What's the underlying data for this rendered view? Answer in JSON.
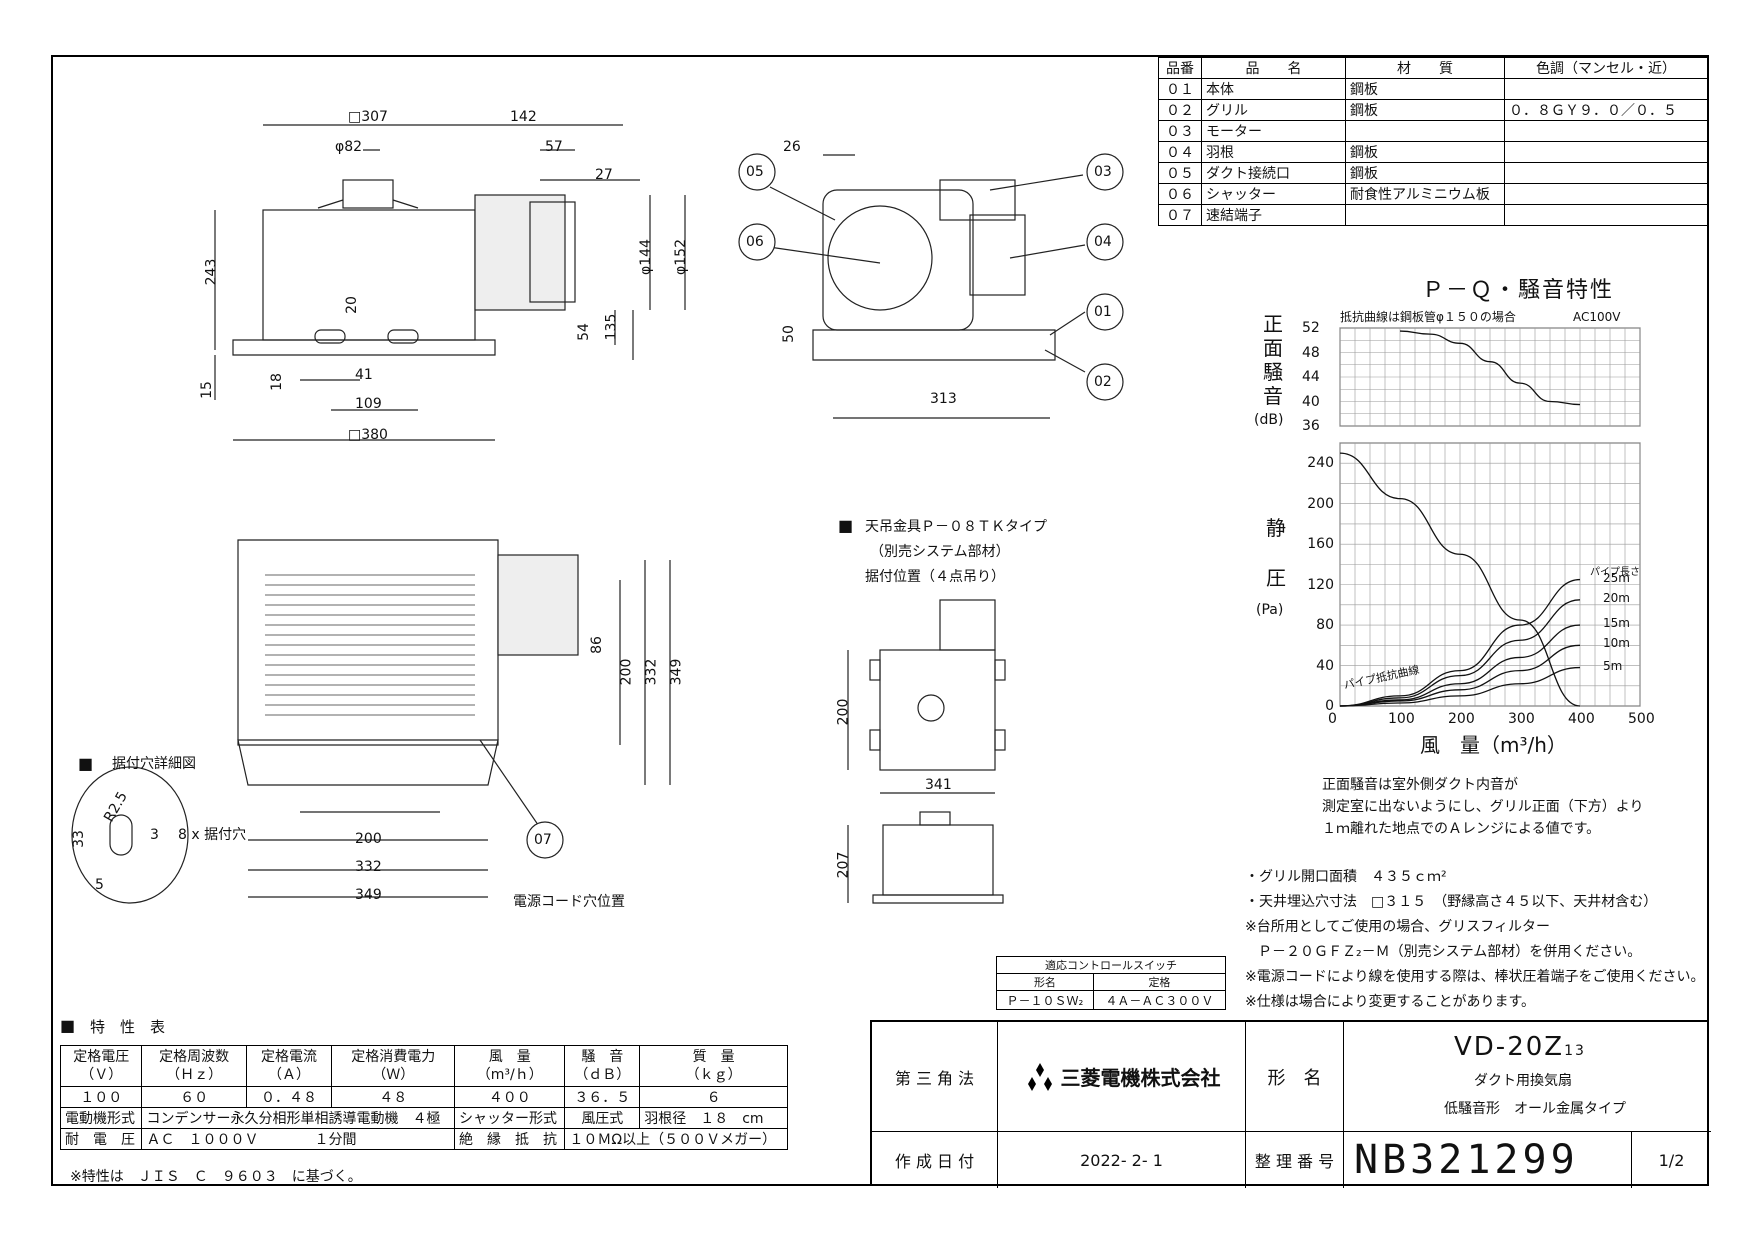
{
  "parts_table": {
    "headers": [
      "品番",
      "品　　名",
      "材　　質",
      "色調（マンセル・近）"
    ],
    "rows": [
      [
        "０１",
        "本体",
        "鋼板",
        ""
      ],
      [
        "０２",
        "グリル",
        "鋼板",
        "０．８ＧＹ９．０／０．５"
      ],
      [
        "０３",
        "モーター",
        "",
        ""
      ],
      [
        "０４",
        "羽根",
        "鋼板",
        ""
      ],
      [
        "０５",
        "ダクト接続口",
        "鋼板",
        ""
      ],
      [
        "０６",
        "シャッター",
        "耐食性アルミニウム板",
        ""
      ],
      [
        "０７",
        "速結端子",
        "",
        ""
      ]
    ]
  },
  "top_view_dims": {
    "w307": "□307",
    "d142": "142",
    "d82": "φ82",
    "d57": "57",
    "d27": "27",
    "h243": "243",
    "h20": "20",
    "d144": "φ144",
    "d152": "φ152",
    "h54": "54",
    "h135": "135",
    "h15": "15",
    "h18": "18",
    "d41": "41",
    "d109": "109",
    "w380": "□380"
  },
  "side_view_dims": {
    "d26": "26",
    "h50": "50",
    "w313": "313"
  },
  "callouts": [
    "05",
    "06",
    "03",
    "04",
    "01",
    "02",
    "07"
  ],
  "front_view_dims": {
    "h86": "86",
    "h200": "200",
    "h332": "332",
    "h349": "349",
    "w200": "200",
    "w332": "332",
    "w349": "349",
    "hole_label": "8 x 据付穴",
    "cord_label": "電源コード穴位置"
  },
  "detail": {
    "title": "据付穴詳細図",
    "r": "R2.5",
    "d33": "33",
    "d3": "3",
    "d5": "5"
  },
  "hanger": {
    "title": "天吊金具Ｐ－０８ＴＫタイプ",
    "sub1": "（別売システム部材）",
    "sub2": "据付位置（４点吊り）",
    "h200": "200",
    "w341": "341",
    "h207": "207"
  },
  "chart_title": "Ｐ－Ｑ・騒音特性",
  "noise_chart": {
    "ylabel_chars": [
      "正",
      "面",
      "騒",
      "音"
    ],
    "unit": "(dB)",
    "note": "抵抗曲線は鋼板管φ１５０の場合",
    "voltage": "AC100V",
    "yticks": [
      "52",
      "48",
      "44",
      "40",
      "36"
    ]
  },
  "pq_chart": {
    "ylabel_chars": [
      "静",
      "圧"
    ],
    "unit": "(Pa)",
    "yticks": [
      "240",
      "200",
      "160",
      "120",
      "80",
      "40",
      "0"
    ],
    "xticks": [
      "0",
      "100",
      "200",
      "300",
      "400",
      "500"
    ],
    "xlabel": "風　量（m³/h）",
    "pipe_label": "パイプ長さ",
    "pipe_lengths": [
      "25m",
      "20m",
      "15m",
      "10m",
      "5m"
    ],
    "curve_label": "パイプ抵抗曲線"
  },
  "chart_data": {
    "type": "line",
    "noise": {
      "x": [
        100,
        150,
        200,
        250,
        300,
        350,
        400
      ],
      "y": [
        51.5,
        51,
        49.5,
        46.5,
        43,
        40,
        39.5
      ],
      "ylim": [
        36,
        52
      ],
      "xlim": [
        0,
        500
      ]
    },
    "pq": {
      "x": [
        0,
        100,
        200,
        300,
        400
      ],
      "y": [
        250,
        205,
        150,
        85,
        0
      ],
      "ylim": [
        0,
        260
      ],
      "xlim": [
        0,
        500
      ]
    },
    "series": [
      {
        "name": "25m",
        "x": [
          0,
          100,
          200,
          300,
          400
        ],
        "y": [
          0,
          10,
          35,
          80,
          125
        ]
      },
      {
        "name": "20m",
        "x": [
          0,
          100,
          200,
          300,
          400
        ],
        "y": [
          0,
          8,
          30,
          65,
          105
        ]
      },
      {
        "name": "15m",
        "x": [
          0,
          100,
          200,
          300,
          400
        ],
        "y": [
          0,
          6,
          22,
          48,
          80
        ]
      },
      {
        "name": "10m",
        "x": [
          0,
          100,
          200,
          300,
          400
        ],
        "y": [
          0,
          5,
          16,
          35,
          60
        ]
      },
      {
        "name": "5m",
        "x": [
          0,
          100,
          200,
          300,
          400
        ],
        "y": [
          0,
          3,
          10,
          22,
          38
        ]
      }
    ]
  },
  "notes_right": {
    "n1": "正面騒音は室外側ダクト内音が",
    "n2": "測定室に出ないようにし、グリル正面（下方）より",
    "n3": "１ｍ離れた地点でのＡレンジによる値です。",
    "b1": "・グリル開口面積　４３５ｃｍ²",
    "b2": "・天井埋込穴寸法　□３１５　（野縁高さ４５以下、天井材含む）",
    "b3": "※台所用としてご使用の場合、グリスフィルター",
    "b4": "Ｐ－２０ＧＦＺ₂－Ｍ（別売システム部材）を併用ください。",
    "b5": "※電源コードにより線を使用する際は、棒状圧着端子をご使用ください。",
    "b6": "※仕様は場合により変更することがあります。"
  },
  "switch_table": {
    "title": "適応コントロールスイッチ",
    "h1": "形名",
    "h2": "定格",
    "v1": "Ｐ－１０ＳＷ₂",
    "v2": "４Ａ－ＡＣ３００Ｖ"
  },
  "spec": {
    "title": "特　性　表",
    "headers": [
      "定格電圧\n（Ｖ）",
      "定格周波数\n（Ｈｚ）",
      "定格電流\n（Ａ）",
      "定格消費電力\n（Ｗ）",
      "風　量\n（m³/ｈ）",
      "騒　音\n（ｄＢ）",
      "質　量\n（ｋｇ）"
    ],
    "values": [
      "１００",
      "６０",
      "０．４８",
      "４８",
      "４００",
      "３６．５",
      "６"
    ],
    "motor_label": "電動機形式",
    "motor_value": "コンデンサー永久分相形単相誘導電動機　４極",
    "shutter_label": "シャッター形式",
    "shutter_value": "風圧式",
    "blade_label": "羽根径",
    "blade_value": "１８　cm",
    "withstand_label": "耐　電　圧",
    "withstand_value": "ＡＣ　１０００Ｖ　　　　１分間",
    "insulation_label": "絶　縁　抵　抗",
    "insulation_value": "１０ＭΩ以上（５００Ｖメガー）",
    "footnote": "※特性は　ＪＩＳ　Ｃ　９６０３　に基づく。"
  },
  "title_block": {
    "projection": "第 三 角 法",
    "company": "三菱電機株式会社",
    "model_label": "形　名",
    "model": "VD-20Z",
    "model_suffix": "13",
    "desc1": "ダクト用換気扇",
    "desc2": "低騒音形　オール金属タイプ",
    "date_label": "作 成 日 付",
    "date": "2022- 2- 1",
    "number_label": "整 理 番 号",
    "number": "NB321299",
    "page": "1/2"
  }
}
